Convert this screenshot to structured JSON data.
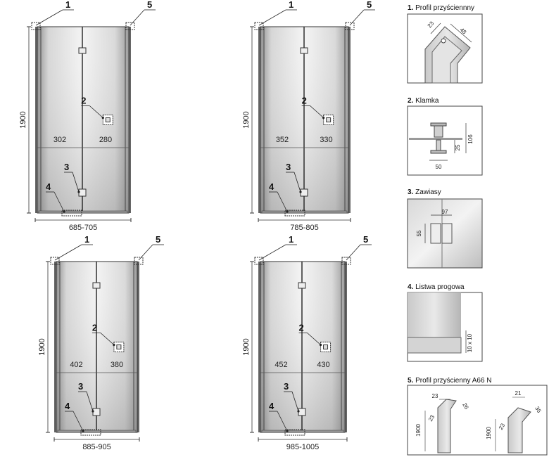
{
  "doors": [
    {
      "callouts": [
        "1",
        "2",
        "3",
        "4",
        "5"
      ],
      "height": "1900",
      "left_panel": "302",
      "right_panel": "280",
      "width_range": "685-705"
    },
    {
      "callouts": [
        "1",
        "2",
        "3",
        "4",
        "5"
      ],
      "height": "1900",
      "left_panel": "352",
      "right_panel": "330",
      "width_range": "785-805"
    },
    {
      "callouts": [
        "1",
        "2",
        "3",
        "4",
        "5"
      ],
      "height": "1900",
      "left_panel": "402",
      "right_panel": "380",
      "width_range": "885-905"
    },
    {
      "callouts": [
        "1",
        "2",
        "3",
        "4",
        "5"
      ],
      "height": "1900",
      "left_panel": "452",
      "right_panel": "430",
      "width_range": "985-1005"
    }
  ],
  "details": [
    {
      "num": "1.",
      "title": "Profil przyściennny",
      "dims": [
        "23",
        "48"
      ]
    },
    {
      "num": "2.",
      "title": "Klamka",
      "dims": [
        "106",
        "25",
        "50"
      ]
    },
    {
      "num": "3.",
      "title": "Zawiasy",
      "dims": [
        "97",
        "55"
      ]
    },
    {
      "num": "4.",
      "title": "Listwa progowa",
      "dims": [
        "10 x 10"
      ]
    },
    {
      "num": "5.",
      "title": "Profil przyścienny A66 N",
      "dims": [
        "23",
        "26",
        "1900",
        "23",
        "21",
        "35",
        "1900",
        "23"
      ]
    }
  ],
  "colors": {
    "frame": "#333333",
    "glass_light": "#f2f2f2",
    "glass_dark": "#b8b8b8",
    "line": "#222222"
  }
}
